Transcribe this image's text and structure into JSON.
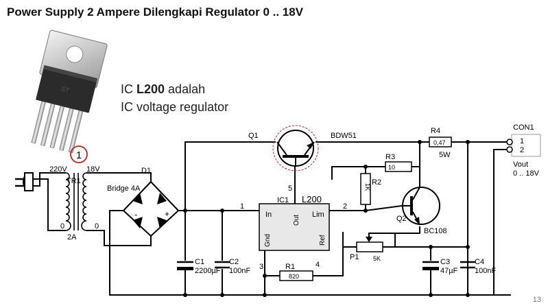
{
  "title": "Power Supply 2 Ampere Dilengkapi Regulator 0 .. 18V",
  "caption": {
    "line1_prefix": "IC ",
    "line1_bold": "L200",
    "line1_suffix": " adalah",
    "line2": "IC voltage regulator"
  },
  "ic_pin_marker": "1",
  "page_number": "13",
  "labels": {
    "v220": "220V",
    "v18": "18V",
    "tr1": "TR1",
    "zero_left": "0",
    "zero_right": "0",
    "a2": "2A",
    "d1": "D1",
    "bridge": "Bridge 4A",
    "plus": "+",
    "minus": "-",
    "c1": "C1",
    "c1_val": "2200µF",
    "c2": "C2",
    "c2_val": "100nF",
    "q1": "Q1",
    "bdw51": "BDW51",
    "r4": "R4",
    "r4_val": "0,47",
    "r4_w": "5W",
    "con1": "CON1",
    "pin1": "1",
    "pin2": "2",
    "vout": "Vout",
    "vout_range": "0 .. 18V",
    "r3": "R3",
    "r3_val": "10",
    "r2": "R2",
    "r2_val": "1K",
    "ic1": "IC1",
    "l200": "L200",
    "in": "In",
    "out": "Out",
    "lim": "Lim",
    "gnd": "Gnd",
    "ref": "Ref",
    "pin_n1": "1",
    "pin_n2": "2",
    "pin_n3": "3",
    "pin_n4": "4",
    "pin_n5": "5",
    "q2": "Q2",
    "bc108": "BC108",
    "p1": "P1",
    "p1_val": "5K",
    "r1": "R1",
    "r1_val": "820",
    "c3": "C3",
    "c3_val": "47µF",
    "c4": "C4",
    "c4_val": "100nF"
  },
  "colors": {
    "wire": "#000000",
    "marker_red": "#d11a1a",
    "ic_body": "#e8e8e8"
  }
}
